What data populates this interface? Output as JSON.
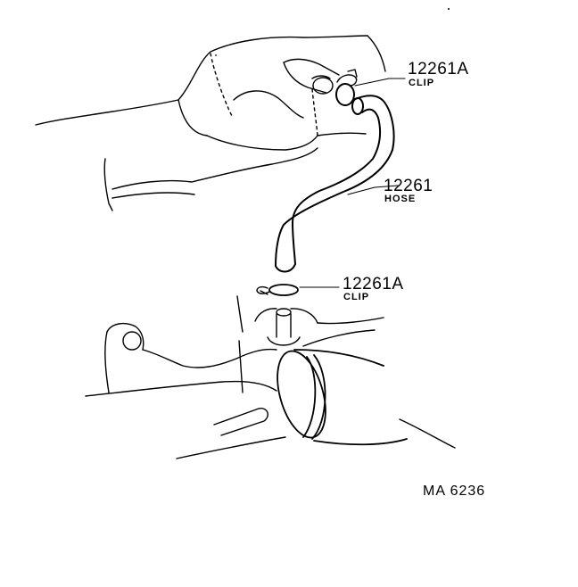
{
  "callouts": [
    {
      "part_no": "12261A",
      "name": "CLIP"
    },
    {
      "part_no": "12261",
      "name": "HOSE"
    },
    {
      "part_no": "12261A",
      "name": "CLIP"
    }
  ],
  "figure_code": "MA  6236",
  "line_color": "#000000"
}
